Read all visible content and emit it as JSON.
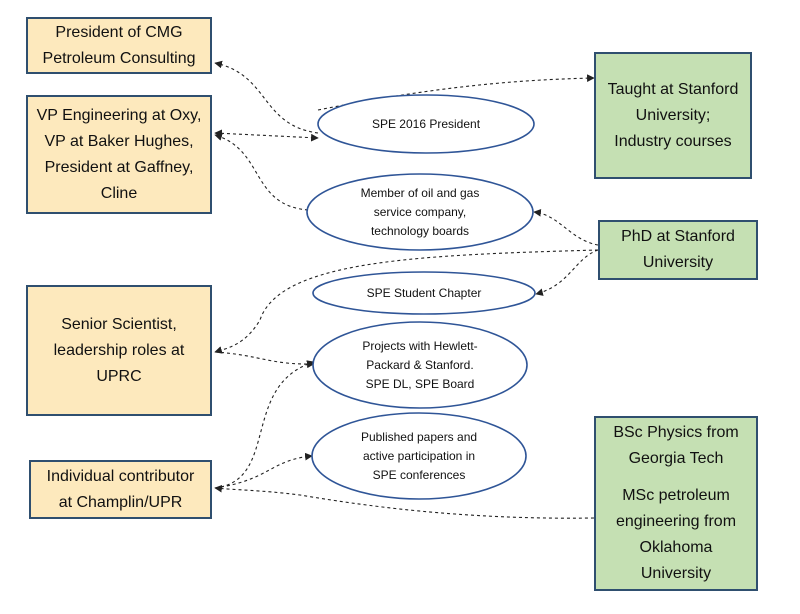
{
  "left_boxes": {
    "cmg": [
      "President of CMG",
      "Petroleum Consulting"
    ],
    "oxy": [
      "VP Engineering at Oxy,",
      "VP at Baker Hughes,",
      "President at Gaffney,",
      "Cline"
    ],
    "uprc": [
      "Senior Scientist,",
      "leadership roles at",
      "UPRC"
    ],
    "champlin": [
      "Individual contributor",
      "at Champlin/UPR"
    ]
  },
  "right_boxes": {
    "stanford_taught": [
      "Taught at Stanford",
      "University;",
      "Industry courses"
    ],
    "phd": [
      "PhD at Stanford",
      "University"
    ],
    "education_bsc": [
      "BSc Physics from",
      "Georgia Tech"
    ],
    "education_msc": [
      "MSc petroleum",
      "engineering from",
      "Oklahoma",
      "University"
    ]
  },
  "ellipses": {
    "president": [
      "SPE 2016 President"
    ],
    "boards": [
      "Member of oil and gas",
      "service company,",
      "technology boards"
    ],
    "chapter": [
      "SPE Student Chapter"
    ],
    "projects": [
      "Projects with Hewlett-",
      "Packard & Stanford.",
      "SPE DL, SPE Board"
    ],
    "papers": [
      "Published papers and",
      "active participation in",
      "SPE conferences"
    ]
  },
  "colors": {
    "left_fill": "#fde9bd",
    "right_fill": "#c5e0b3",
    "box_border": "#2f4f6f",
    "ellipse_border": "#2f5597",
    "connector": "#222222"
  }
}
